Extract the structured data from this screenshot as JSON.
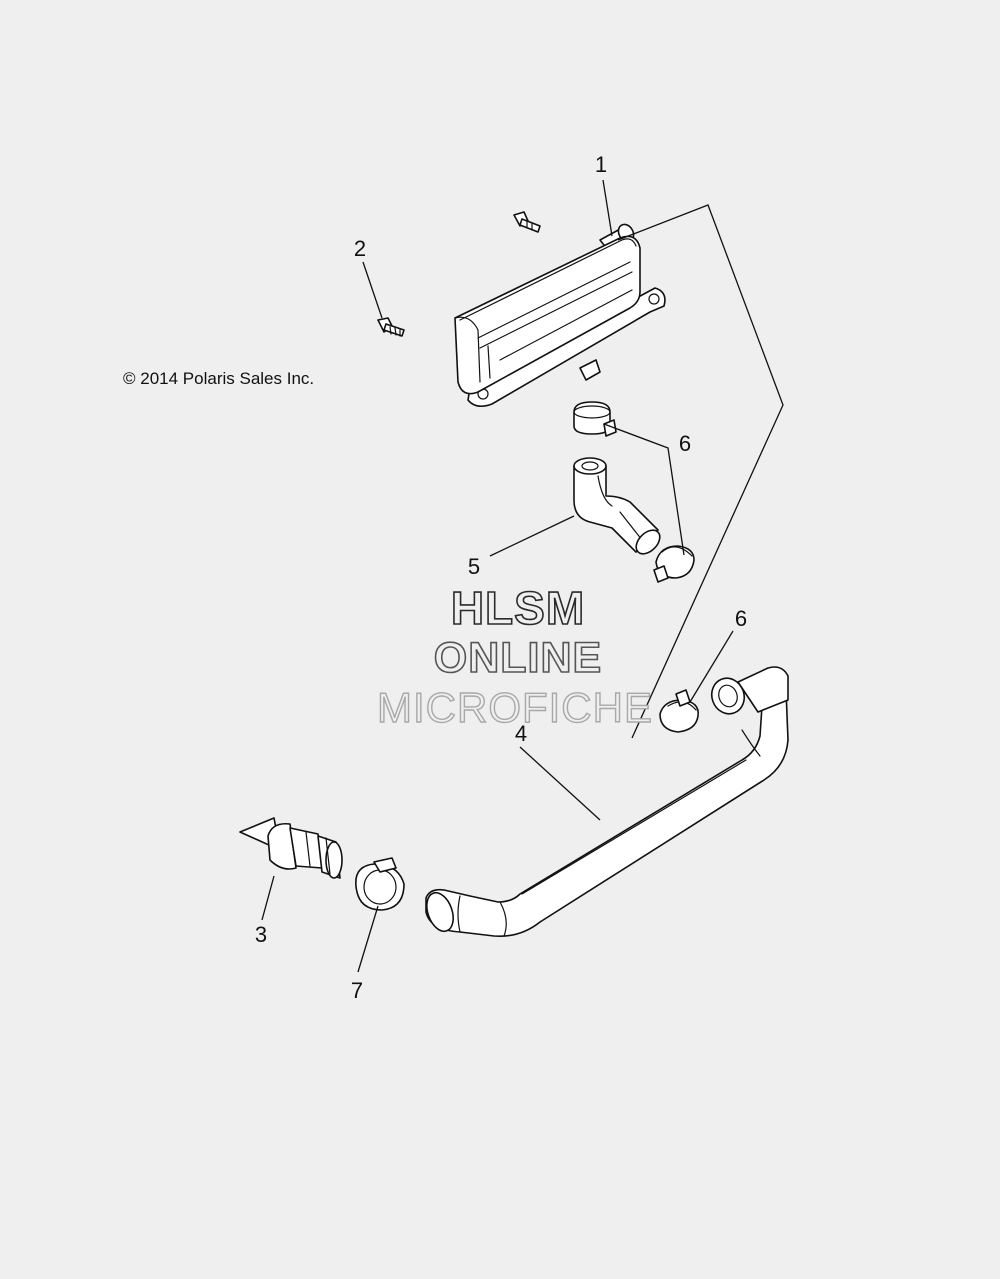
{
  "diagram": {
    "copyright": "© 2014 Polaris Sales Inc.",
    "callouts": {
      "c1": "1",
      "c2": "2",
      "c3": "3",
      "c4": "4",
      "c5": "5",
      "c6a": "6",
      "c6b": "6",
      "c7": "7"
    },
    "watermark": {
      "line1": "HLSM",
      "line2": "ONLINE",
      "line3": "MICROFICHE"
    }
  }
}
